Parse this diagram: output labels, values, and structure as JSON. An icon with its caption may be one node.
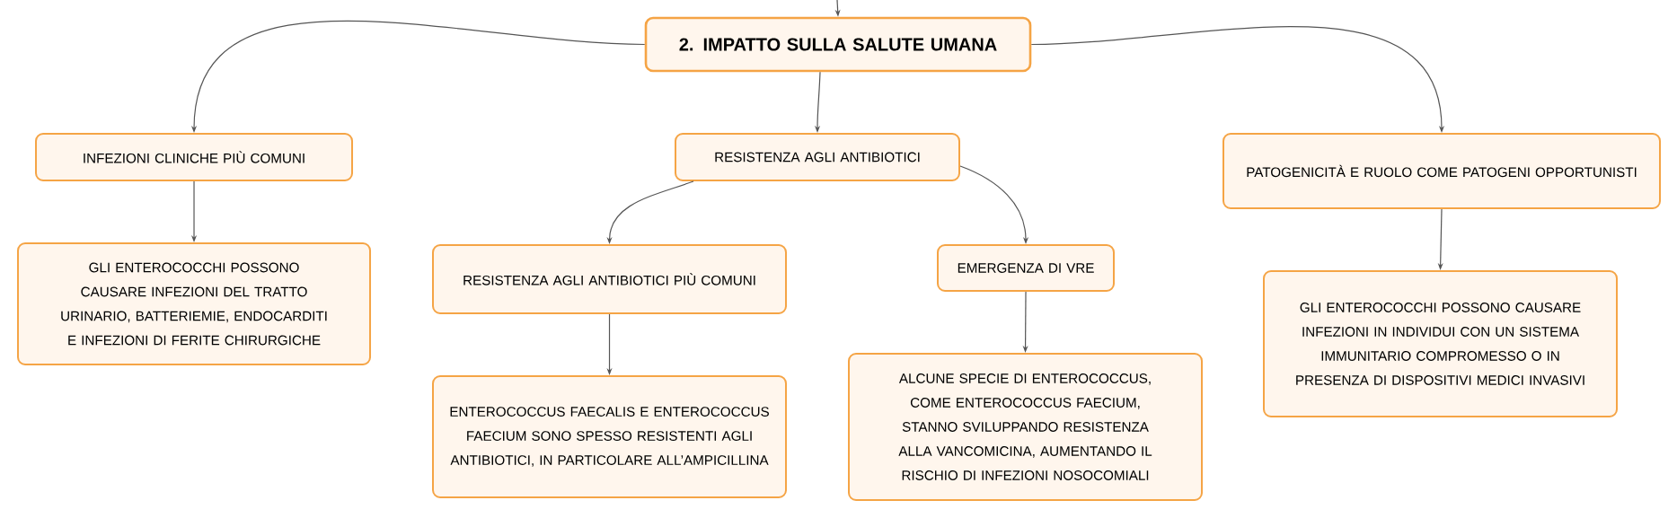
{
  "diagram": {
    "nodes": [
      {
        "text": [
          "2. IMPATTO SULLA SALUTE UMANA"
        ]
      },
      {
        "text": [
          "INFEZIONI CLINICHE PIÙ COMUNI"
        ]
      },
      {
        "text": [
          "GLI ENTEROCOCCHI POSSONO CAUSARE INFEZIONI DEL TRATTO URINARIO, BATTERIEMIE, ENDOCARDITI E INFEZIONI DI FERITE CHIRURGICHE"
        ]
      },
      {
        "text": [
          "RESISTENZA AGLI ANTIBIOTICI"
        ]
      },
      {
        "text": [
          "RESISTENZA AGLI ANTIBIOTICI PIÙ COMUNI"
        ]
      },
      {
        "text": [
          "ENTEROCOCCUS FAECALIS E ENTEROCOCCUS FAECIUM SONO SPESSO RESISTENTI AGLI ANTIBIOTICI, IN PARTICOLARE ALL’AMPICILLINA"
        ]
      },
      {
        "text": [
          "EMERGENZA DI VRE"
        ]
      },
      {
        "text": [
          "ALCUNE SPECIE DI ENTEROCOCCUS, COME ENTEROCOCCUS FAECIUM, STANNO SVILUPPANDO RESISTENZA ALLA VANCOMICINA, AUMENTANDO IL RISCHIO DI INFEZIONI NOSOCOMIALI"
        ]
      },
      {
        "text": [
          "PATOGENICITÀ E RUOLO COME PATOGENI OPPORTUNISTI"
        ]
      },
      {
        "text": [
          "GLI ENTEROCOCCHI POSSONO CAUSARE INFEZIONI IN INDIVIDUI CON UN SISTEMA IMMUNITARIO COMPROMESSO O IN PRESENZA DI DISPOSITIVI MEDICI INVASIVI"
        ]
      }
    ],
    "edges": [
      {
        "from": null,
        "to": 0,
        "arrow": "to"
      },
      {
        "from": 0,
        "to": 1,
        "arrow": "to"
      },
      {
        "from": 1,
        "to": 2,
        "arrow": "to"
      },
      {
        "from": 0,
        "to": 3,
        "arrow": "to"
      },
      {
        "from": 3,
        "to": 4,
        "arrow": "to"
      },
      {
        "from": 4,
        "to": 5,
        "arrow": "to"
      },
      {
        "from": 3,
        "to": 6,
        "arrow": "to"
      },
      {
        "from": 6,
        "to": 7,
        "arrow": "to"
      },
      {
        "from": 0,
        "to": 8,
        "arrow": "to"
      },
      {
        "from": 8,
        "to": 9,
        "arrow": "to"
      }
    ]
  }
}
